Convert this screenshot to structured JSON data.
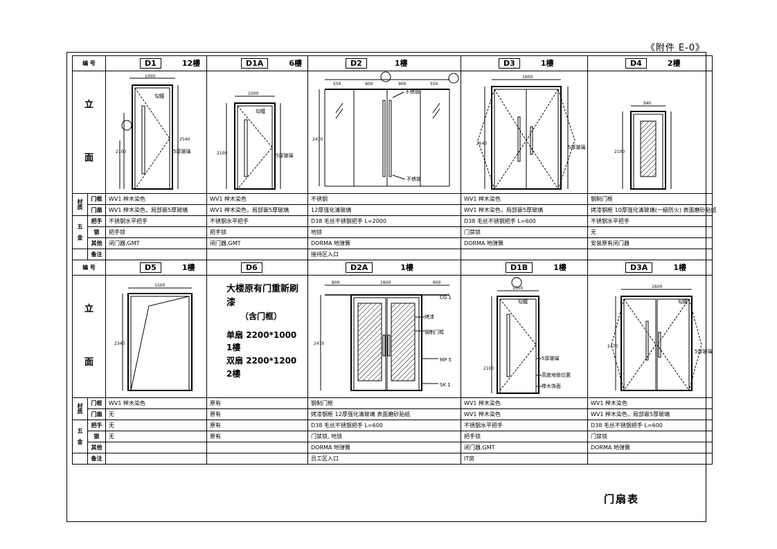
{
  "ref": "《附件 E-0》",
  "sheet_title": "门扇表",
  "labels": {
    "code": "编 号",
    "elev_top": "立",
    "elev_bot": "面",
    "material_1": "材",
    "material_2": "质",
    "hardware_1": "五",
    "hardware_2": "金",
    "frame": "门框",
    "leaf": "门扇",
    "handle": "把手",
    "lock": "锁",
    "other": "其他",
    "remark": "备注"
  },
  "groups": [
    {
      "doors": [
        {
          "code": "D1",
          "floor": "12樓",
          "frame": "WV1 榉木染色",
          "leaf": "WV1 榉木染色，局部嵌5厚玻璃",
          "handle": "不锈钢水平把手",
          "lock": "把手锁",
          "other": "闭门器,GMT",
          "remark": ""
        },
        {
          "code": "D1A",
          "floor": "6樓",
          "frame": "WV1 榉木染色",
          "leaf": "WV1 榉木染色，局部嵌5厚玻璃",
          "handle": "不锈钢水平把手",
          "lock": "把手锁",
          "other": "闭门器,GMT",
          "remark": ""
        },
        {
          "code": "D2",
          "floor": "1樓",
          "frame": "不锈钢",
          "leaf": "12厚强化清玻璃",
          "handle": "D38 毛丝不锈钢把手 L=2000",
          "lock": "地锁",
          "other": "DORMA 地弹簧",
          "remark": "接待区入口"
        },
        {
          "code": "D3",
          "floor": "1樓",
          "frame": "WV1 榉木染色",
          "leaf": "WV1 榉木染色，局部嵌5厚玻璃",
          "handle": "D38 毛丝不锈钢把手 L=600",
          "lock": "门禁锁",
          "other": "DORMA 地弹簧",
          "remark": ""
        },
        {
          "code": "D4",
          "floor": "2樓",
          "frame": "钢制门框",
          "leaf": "烤漆钢框 10厚强化清玻璃(一級防火) 表面磨砂贴纸",
          "handle": "不锈钢水平把手",
          "lock": "无",
          "other": "安装原有闭门器",
          "remark": ""
        }
      ]
    },
    {
      "doors": [
        {
          "code": "D5",
          "floor": "1樓",
          "frame": "WV1 榉木染色",
          "leaf": "无",
          "handle": "无",
          "lock": "无",
          "other": "",
          "remark": ""
        },
        {
          "code": "D6",
          "floor": "",
          "frame": "原有",
          "leaf": "原有",
          "handle": "原有",
          "lock": "原有",
          "other": "",
          "remark": ""
        },
        {
          "code": "D2A",
          "floor": "1樓",
          "frame": "钢制门框",
          "leaf": "烤漆钢框 12厚强化清玻璃 表面磨砂贴纸",
          "handle": "D38 毛丝不锈钢把手 L=600",
          "lock": "门禁锁, 地锁",
          "other": "DORMA 地弹簧",
          "remark": "员工区入口"
        },
        {
          "code": "D1B",
          "floor": "1樓",
          "frame": "WV1 榉木染色",
          "leaf": "WV1 榉木染色",
          "handle": "不锈钢水平把手",
          "lock": "把手锁",
          "other": "闭门器,GMT",
          "remark": "IT房"
        },
        {
          "code": "D3A",
          "floor": "1樓",
          "frame": "WV1 榉木染色",
          "leaf": "WV1 榉木染色，局部嵌5厚玻璃",
          "handle": "D38 毛丝不锈钢把手 L=600",
          "lock": "门禁锁",
          "other": "DORMA 地弹簧",
          "remark": ""
        }
      ]
    }
  ],
  "d6_note": {
    "line1": "大楼原有门重新刷漆",
    "line2": "（含门框）",
    "line3": "单扇 2200*1000  1樓",
    "line4": "双扇 2200*1200  2樓"
  },
  "drawing_text": {
    "lever": "勾鐵",
    "glass5": "5厚玻璃",
    "ss": "不锈钢",
    "paint": "烤漆",
    "steel_frame": "钢制门框",
    "cg1": "CG 1",
    "mp5": "MP 5",
    "sk1": "SK 1",
    "floor_lock": "高度地锁位置",
    "wood_trim": "榉木饰面",
    "dims": {
      "d1_w": "1000",
      "d1_h": "2540",
      "d1_h2": "2100",
      "d1a_w": "1000",
      "d1a_h": "2100",
      "d2_s1": "550",
      "d2_s2": "900",
      "d2_s3": "900",
      "d2_s4": "550",
      "d2_h": "2470",
      "d3_w": "1600",
      "d3_h": "2540",
      "d4_w": "940",
      "d4_h": "2100",
      "d5_w": "1500",
      "d5_h": "2340",
      "d2a_s1": "800",
      "d2a_s2": "1600",
      "d2a_s3": "600",
      "d2a_h": "2470",
      "d1b_w": "1000",
      "d1b_h": "2100",
      "d3a_w": "1600",
      "d3a_h": "2470"
    }
  }
}
